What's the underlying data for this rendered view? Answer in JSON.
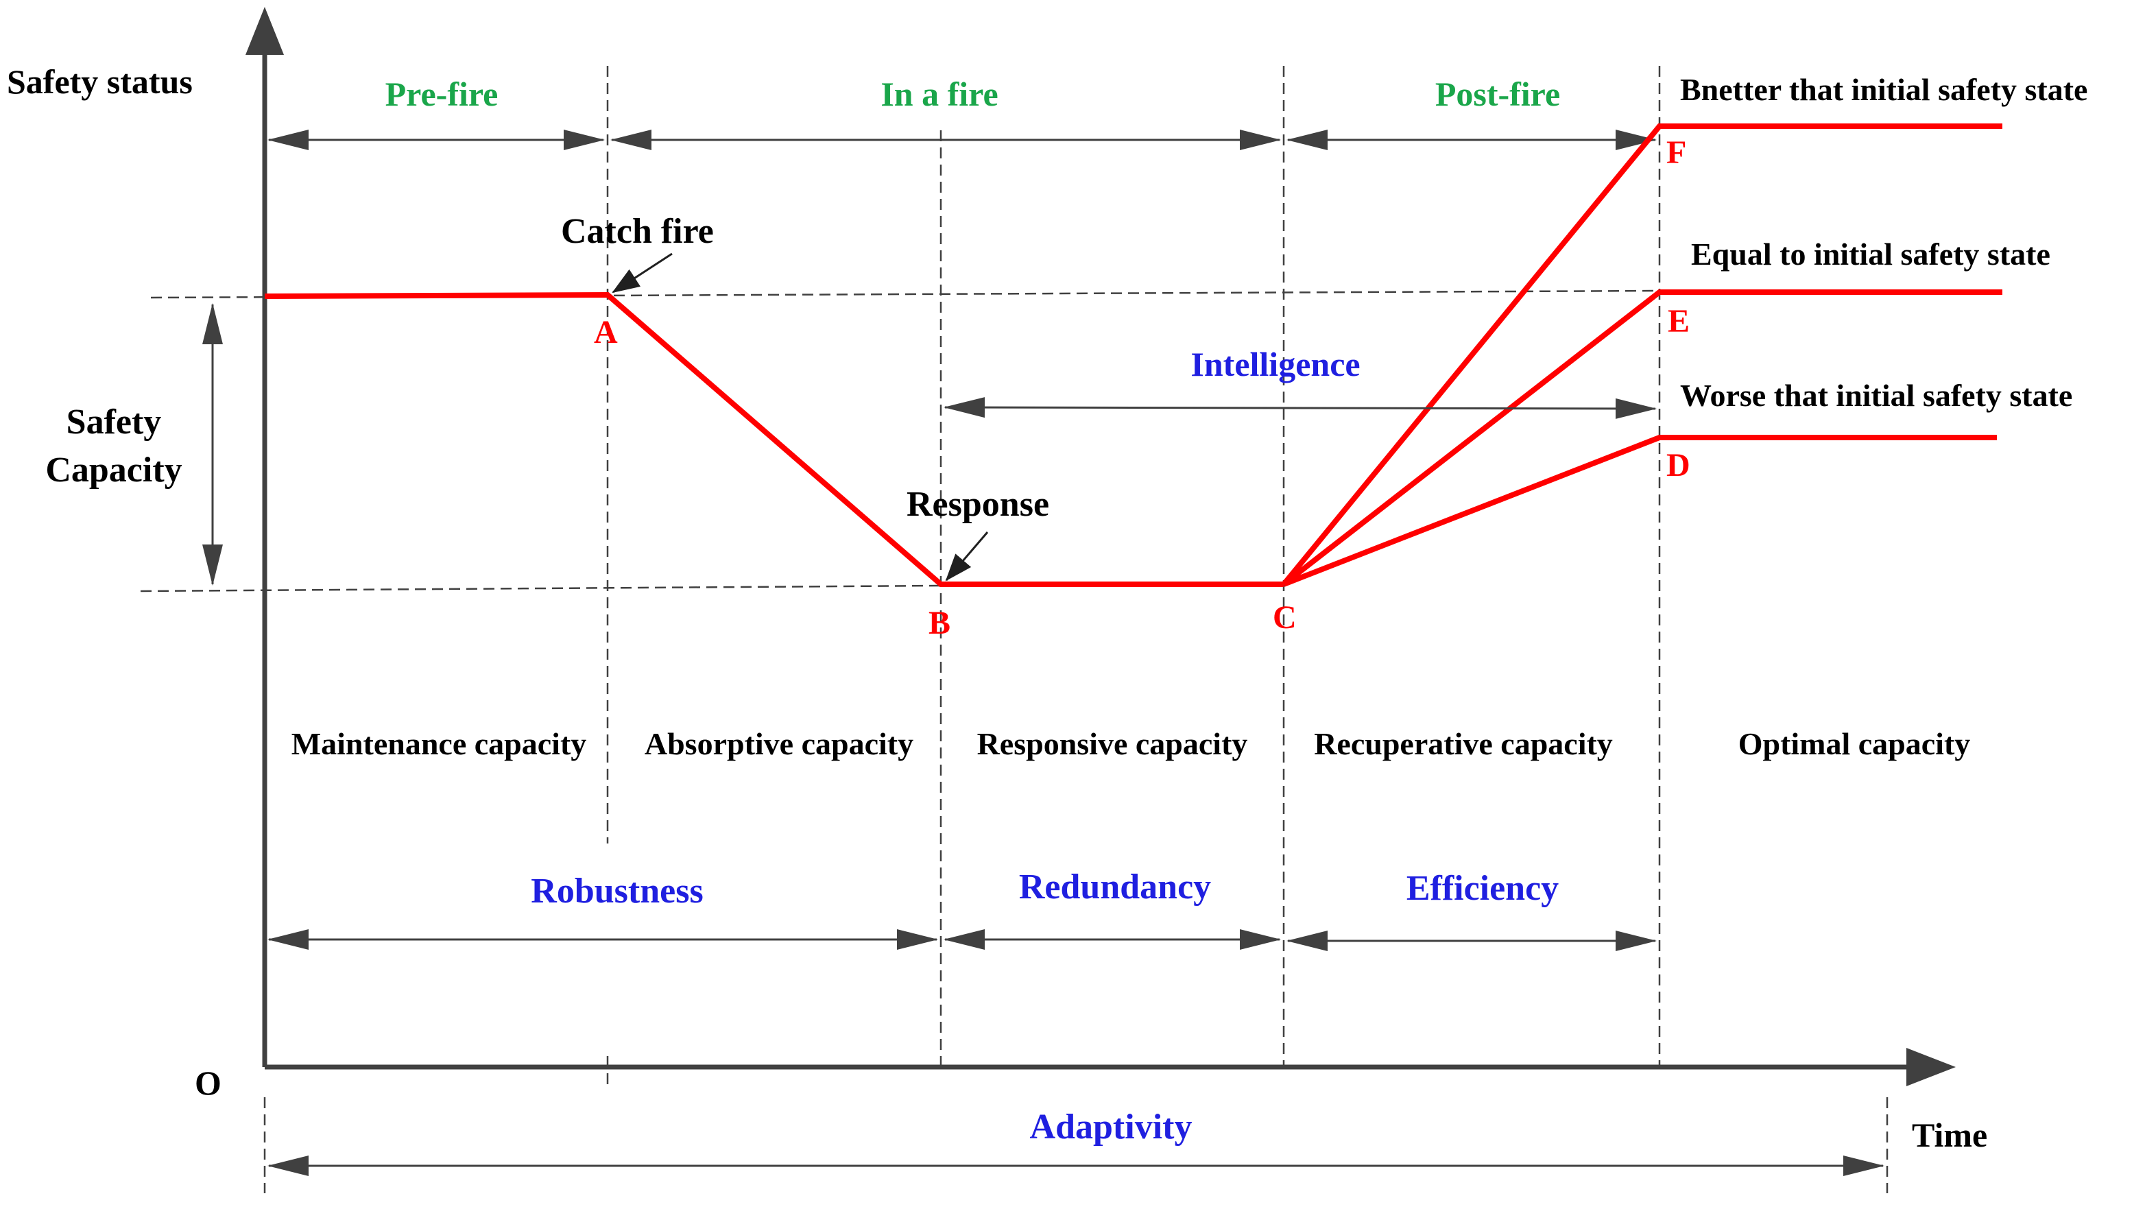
{
  "axes": {
    "y_label": "Safety status",
    "x_label": "Time",
    "origin_label": "O"
  },
  "phases": {
    "pre_fire": "Pre-fire",
    "in_fire": "In a fire",
    "post_fire": "Post-fire"
  },
  "annotations": {
    "catch_fire": "Catch fire",
    "response": "Response",
    "safety_capacity_line1": "Safety",
    "safety_capacity_line2": "Capacity"
  },
  "points": {
    "A": "A",
    "B": "B",
    "C": "C",
    "D": "D",
    "E": "E",
    "F": "F"
  },
  "outcomes": {
    "better": "Bnetter that initial safety state",
    "equal": "Equal to initial safety state",
    "worse": "Worse that initial safety state"
  },
  "capacities": [
    "Maintenance capacity",
    "Absorptive capacity",
    "Responsive capacity",
    "Recuperative capacity",
    "Optimal capacity"
  ],
  "properties": {
    "intelligence": "Intelligence",
    "robustness": "Robustness",
    "redundancy": "Redundancy",
    "efficiency": "Efficiency",
    "adaptivity": "Adaptivity"
  },
  "colors": {
    "curve": "#ff0000",
    "phase_text": "#1aa64a",
    "property_text": "#1f1fe0",
    "axis": "#404040"
  }
}
